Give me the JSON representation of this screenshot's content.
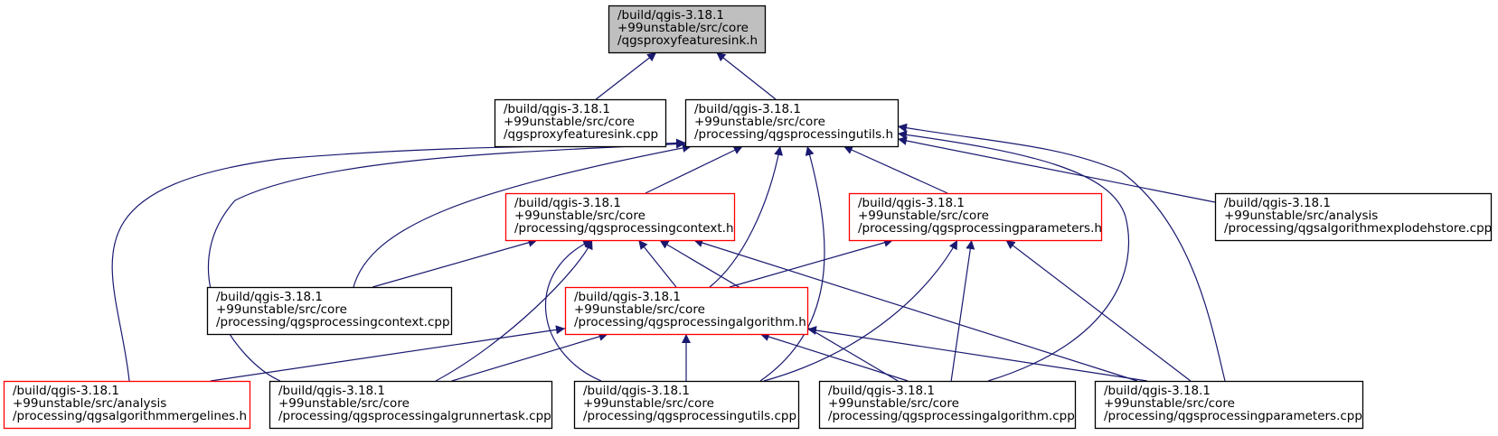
{
  "colors": {
    "edge": "#191970",
    "border_default": "#000000",
    "border_highlight": "#ff0000",
    "fill_default": "#ffffff",
    "fill_root": "#bfbfbf"
  },
  "nodes": [
    {
      "id": "proxysink_h",
      "style": "root",
      "lines": [
        "/build/qgis-3.18.1",
        "+99unstable/src/core",
        "/qgsproxyfeaturesink.h"
      ]
    },
    {
      "id": "proxysink_cpp",
      "style": "default",
      "lines": [
        "/build/qgis-3.18.1",
        "+99unstable/src/core",
        "/qgsproxyfeaturesink.cpp"
      ]
    },
    {
      "id": "utils_h",
      "style": "default",
      "lines": [
        "/build/qgis-3.18.1",
        "+99unstable/src/core",
        "/processing/qgsprocessingutils.h"
      ]
    },
    {
      "id": "context_h",
      "style": "highlight",
      "lines": [
        "/build/qgis-3.18.1",
        "+99unstable/src/core",
        "/processing/qgsprocessingcontext.h"
      ]
    },
    {
      "id": "parameters_h",
      "style": "highlight",
      "lines": [
        "/build/qgis-3.18.1",
        "+99unstable/src/core",
        "/processing/qgsprocessingparameters.h"
      ]
    },
    {
      "id": "explodehstore_cpp",
      "style": "default",
      "lines": [
        "/build/qgis-3.18.1",
        "+99unstable/src/analysis",
        "/processing/qgsalgorithmexplodehstore.cpp"
      ]
    },
    {
      "id": "context_cpp",
      "style": "default",
      "lines": [
        "/build/qgis-3.18.1",
        "+99unstable/src/core",
        "/processing/qgsprocessingcontext.cpp"
      ]
    },
    {
      "id": "algorithm_h",
      "style": "highlight",
      "lines": [
        "/build/qgis-3.18.1",
        "+99unstable/src/core",
        "/processing/qgsprocessingalgorithm.h"
      ]
    },
    {
      "id": "mergelines_h",
      "style": "highlight",
      "lines": [
        "/build/qgis-3.18.1",
        "+99unstable/src/analysis",
        "/processing/qgsalgorithmmergelines.h"
      ]
    },
    {
      "id": "algrunnertask_cpp",
      "style": "default",
      "lines": [
        "/build/qgis-3.18.1",
        "+99unstable/src/core",
        "/processing/qgsprocessingalgrunnertask.cpp"
      ]
    },
    {
      "id": "utils_cpp",
      "style": "default",
      "lines": [
        "/build/qgis-3.18.1",
        "+99unstable/src/core",
        "/processing/qgsprocessingutils.cpp"
      ]
    },
    {
      "id": "algorithm_cpp",
      "style": "default",
      "lines": [
        "/build/qgis-3.18.1",
        "+99unstable/src/core",
        "/processing/qgsprocessingalgorithm.cpp"
      ]
    },
    {
      "id": "parameters_cpp",
      "style": "default",
      "lines": [
        "/build/qgis-3.18.1",
        "+99unstable/src/core",
        "/processing/qgsprocessingparameters.cpp"
      ]
    }
  ],
  "edges": [
    {
      "from": "proxysink_cpp",
      "to": "proxysink_h"
    },
    {
      "from": "utils_h",
      "to": "proxysink_h"
    },
    {
      "from": "context_h",
      "to": "utils_h"
    },
    {
      "from": "parameters_h",
      "to": "utils_h"
    },
    {
      "from": "explodehstore_cpp",
      "to": "utils_h"
    },
    {
      "from": "context_cpp",
      "to": "utils_h"
    },
    {
      "from": "algorithm_h",
      "to": "utils_h"
    },
    {
      "from": "mergelines_h",
      "to": "utils_h"
    },
    {
      "from": "algrunnertask_cpp",
      "to": "utils_h"
    },
    {
      "from": "utils_cpp",
      "to": "utils_h"
    },
    {
      "from": "algorithm_cpp",
      "to": "utils_h"
    },
    {
      "from": "parameters_cpp",
      "to": "utils_h"
    },
    {
      "from": "context_cpp",
      "to": "context_h"
    },
    {
      "from": "algorithm_h",
      "to": "context_h"
    },
    {
      "from": "algrunnertask_cpp",
      "to": "context_h"
    },
    {
      "from": "utils_cpp",
      "to": "context_h"
    },
    {
      "from": "algorithm_cpp",
      "to": "context_h"
    },
    {
      "from": "parameters_cpp",
      "to": "context_h"
    },
    {
      "from": "algorithm_h",
      "to": "parameters_h"
    },
    {
      "from": "utils_cpp",
      "to": "parameters_h"
    },
    {
      "from": "algorithm_cpp",
      "to": "parameters_h"
    },
    {
      "from": "parameters_cpp",
      "to": "parameters_h"
    },
    {
      "from": "mergelines_h",
      "to": "algorithm_h"
    },
    {
      "from": "algrunnertask_cpp",
      "to": "algorithm_h"
    },
    {
      "from": "utils_cpp",
      "to": "algorithm_h"
    },
    {
      "from": "algorithm_cpp",
      "to": "algorithm_h"
    },
    {
      "from": "parameters_cpp",
      "to": "algorithm_h"
    }
  ]
}
